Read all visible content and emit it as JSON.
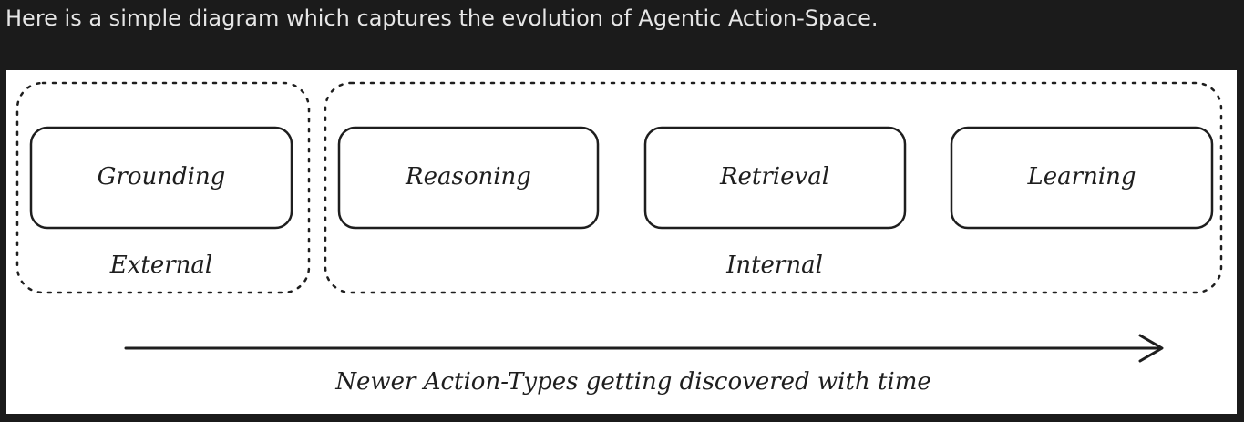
{
  "caption": "Here is a simple diagram which captures the evolution of Agentic Action-Space.",
  "diagram": {
    "groups": [
      {
        "label": "External"
      },
      {
        "label": "Internal"
      }
    ],
    "boxes": [
      {
        "label": "Grounding"
      },
      {
        "label": "Reasoning"
      },
      {
        "label": "Retrieval"
      },
      {
        "label": "Learning"
      }
    ],
    "arrow_label": "Newer Action-Types getting discovered with time"
  }
}
